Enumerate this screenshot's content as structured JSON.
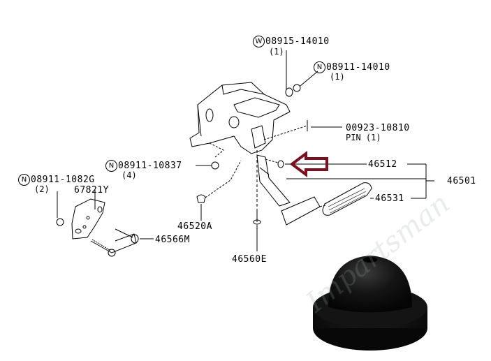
{
  "diagram": {
    "type": "exploded-parts-diagram",
    "subject": "Brake pedal assembly",
    "callouts": [
      {
        "id": "w-08915-14010",
        "prefix_symbol": "W",
        "part_number": "08915-14010",
        "qty": "(1)"
      },
      {
        "id": "n-08911-14010",
        "prefix_symbol": "N",
        "part_number": "08911-14010",
        "qty": "(1)"
      },
      {
        "id": "pin-00923-10810",
        "prefix_symbol": "",
        "part_number": "00923-10810",
        "qty": "PIN (1)"
      },
      {
        "id": "p-46512",
        "prefix_symbol": "",
        "part_number": "46512",
        "qty": "",
        "highlighted": true
      },
      {
        "id": "p-46501",
        "prefix_symbol": "",
        "part_number": "46501",
        "qty": ""
      },
      {
        "id": "p-46531",
        "prefix_symbol": "",
        "part_number": "46531",
        "qty": ""
      },
      {
        "id": "n-08911-10837",
        "prefix_symbol": "N",
        "part_number": "08911-10837",
        "qty": "(4)"
      },
      {
        "id": "n-08911-1082G",
        "prefix_symbol": "N",
        "part_number": "08911-1082G",
        "qty": "(2)"
      },
      {
        "id": "p-67821Y",
        "prefix_symbol": "",
        "part_number": "67821Y",
        "qty": ""
      },
      {
        "id": "p-46520A",
        "prefix_symbol": "",
        "part_number": "46520A",
        "qty": ""
      },
      {
        "id": "p-46566M",
        "prefix_symbol": "",
        "part_number": "46566M",
        "qty": ""
      },
      {
        "id": "p-46560E",
        "prefix_symbol": "",
        "part_number": "46560E",
        "qty": ""
      }
    ],
    "highlight_arrow": {
      "target": "46512",
      "color": "#7a1020"
    },
    "photo": {
      "description": "black rubber pedal stopper / bumper"
    },
    "watermark": "Impartsman"
  }
}
